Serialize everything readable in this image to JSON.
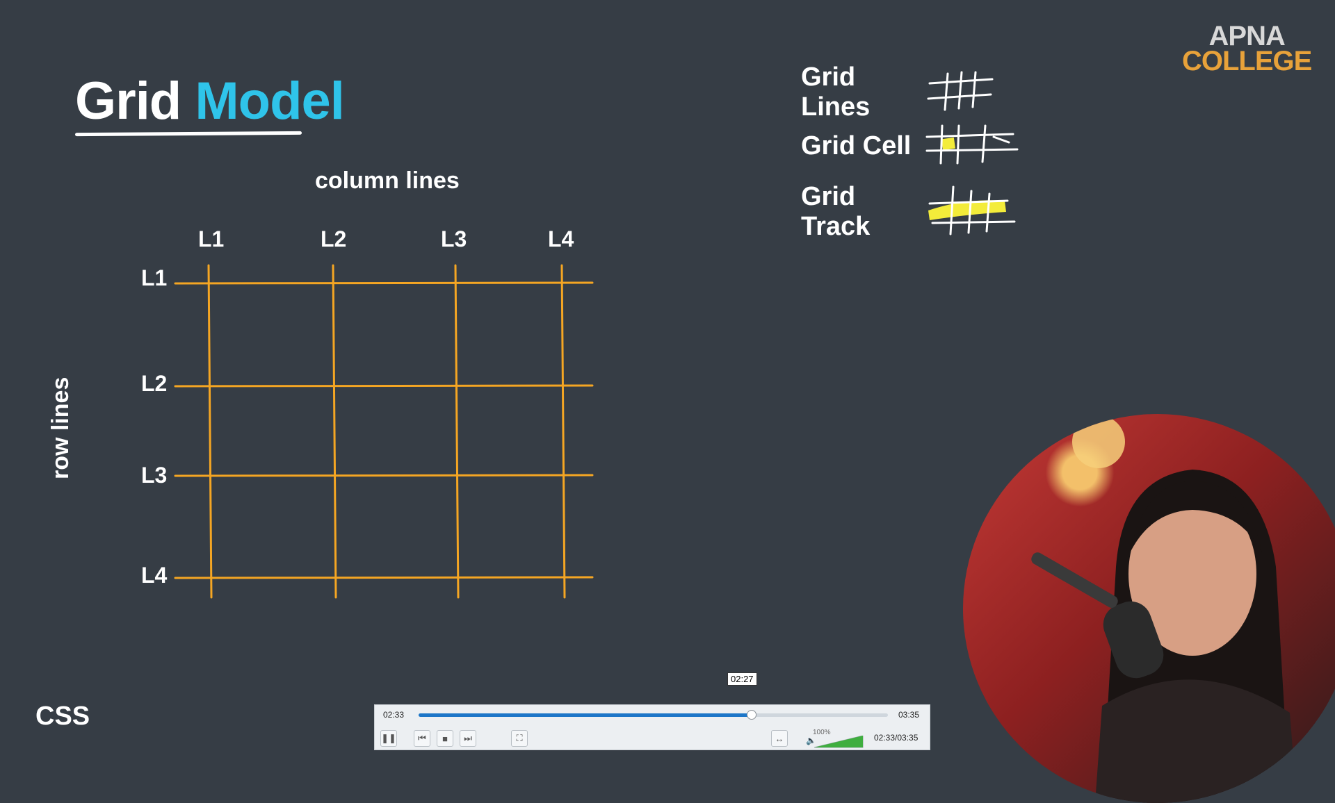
{
  "slide": {
    "title_part1": "Grid",
    "title_part2": "Model",
    "column_lines_label": "column lines",
    "row_lines_label": "row lines",
    "column_labels": [
      "L1",
      "L2",
      "L3",
      "L4"
    ],
    "row_labels": [
      "L1",
      "L2",
      "L3",
      "L4"
    ],
    "legend": [
      "Grid Lines",
      "Grid Cell",
      "Grid Track"
    ],
    "footer_label": "CSS",
    "colors": {
      "accent": "#2fc4ea",
      "grid_line": "#f5a623",
      "background": "#363d45",
      "highlight": "#f3ec3a"
    }
  },
  "logo": {
    "line1": "APNA",
    "line2": "COLLEGE"
  },
  "player": {
    "current_time": "02:33",
    "total_time": "03:35",
    "time_display": "02:33/03:35",
    "hover_tooltip": "02:27",
    "progress": 0.71,
    "volume_label": "100%",
    "volume": 1.0,
    "icons": [
      "pause-icon",
      "prev-icon",
      "stop-icon",
      "next-icon",
      "fullscreen-icon",
      "aspect-icon",
      "speaker-icon"
    ]
  }
}
